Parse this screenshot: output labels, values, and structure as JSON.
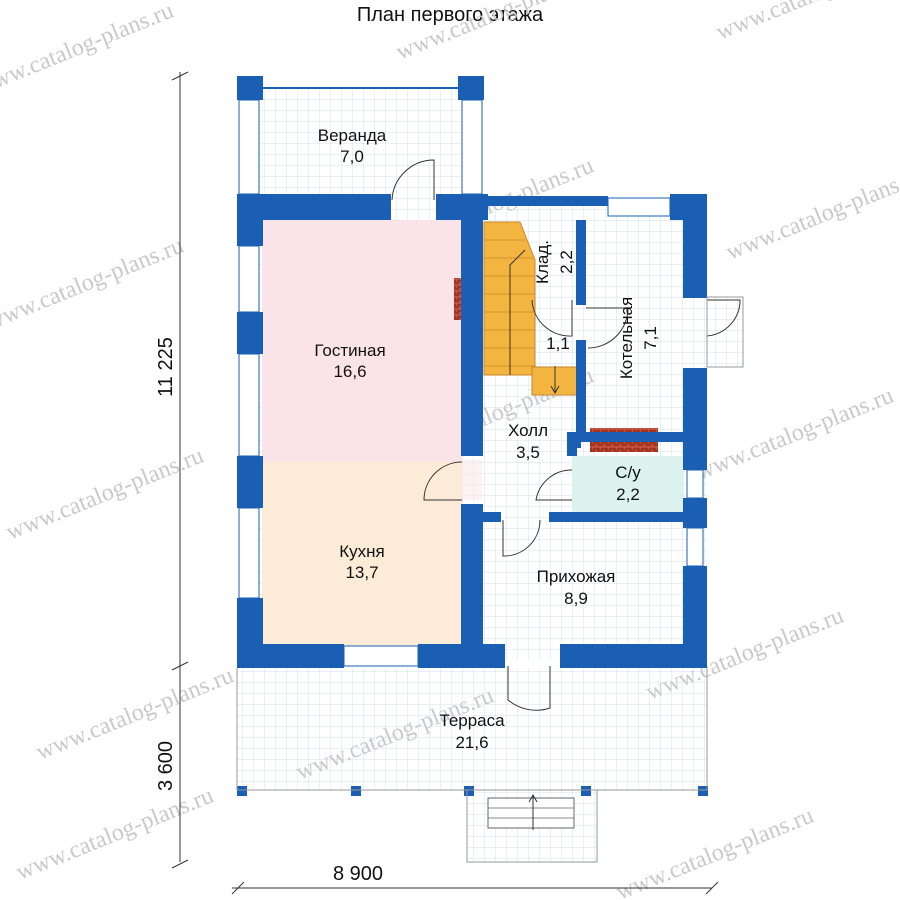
{
  "title": "План первого этажа",
  "watermark": "www.catalog-plans.ru",
  "rooms": {
    "veranda": {
      "name": "Веранда",
      "area": "7,0"
    },
    "living": {
      "name": "Гостиная",
      "area": "16,6"
    },
    "kitchen": {
      "name": "Кухня",
      "area": "13,7"
    },
    "storage": {
      "name": "Клад.",
      "area": "2,2"
    },
    "boiler": {
      "name": "Котельная",
      "area": "7,1"
    },
    "stairs": {
      "area": "1,1"
    },
    "hall": {
      "name": "Холл",
      "area": "3,5"
    },
    "bathroom": {
      "name": "С/у",
      "area": "2,2"
    },
    "entrance": {
      "name": "Прихожая",
      "area": "8,9"
    },
    "terrace": {
      "name": "Терраса",
      "area": "21,6"
    }
  },
  "dimensions": {
    "height_main": "11 225",
    "height_terrace": "3 600",
    "width": "8 900"
  },
  "colors": {
    "wall": "#1a5fb4",
    "grid": "#c4d8ec",
    "living_fill": "#fbe4e8",
    "kitchen_fill": "#fcebd6",
    "bath_fill": "#dcf2ee",
    "stairs_fill": "#f3b53f",
    "stove": "#a63322"
  }
}
